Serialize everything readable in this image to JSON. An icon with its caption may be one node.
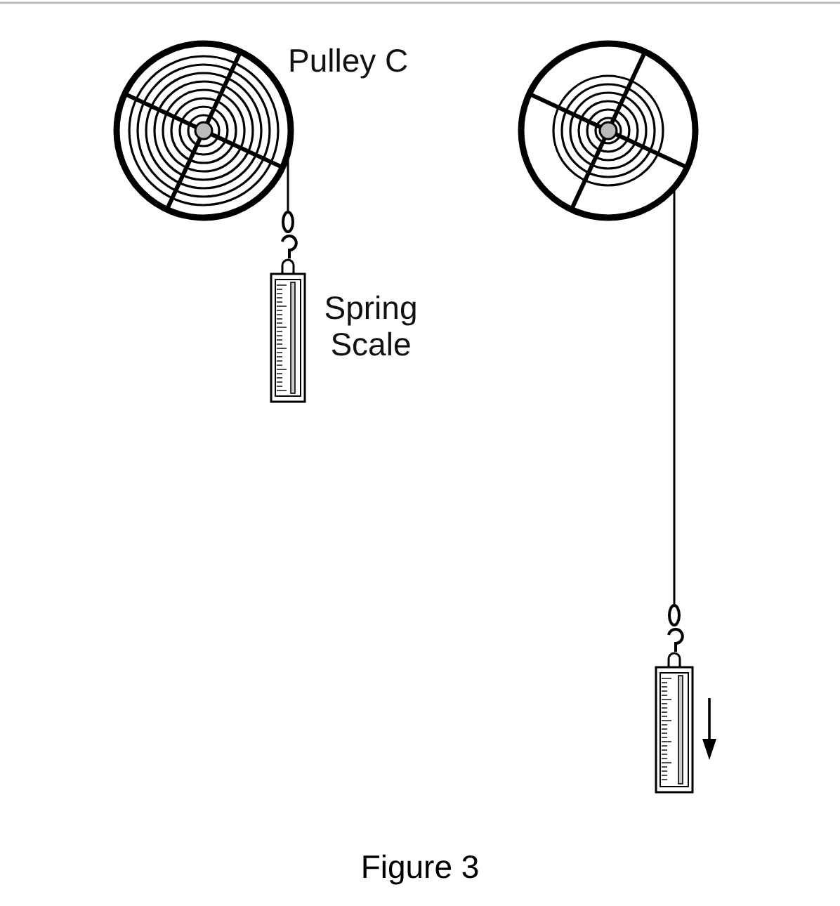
{
  "diagram": {
    "caption": "Figure 3",
    "nodes": [
      {
        "text": [
          "Pulley C"
        ]
      },
      {
        "text": [
          "Spring Scale"
        ]
      },
      {
        "text": [],
        "shape": "picture"
      },
      {
        "text": [],
        "shape": "picture"
      }
    ],
    "edges": [
      {
        "from": 0,
        "to": 1,
        "arrow": "none"
      },
      {
        "from": 2,
        "to": 3,
        "arrow": "none"
      }
    ]
  }
}
